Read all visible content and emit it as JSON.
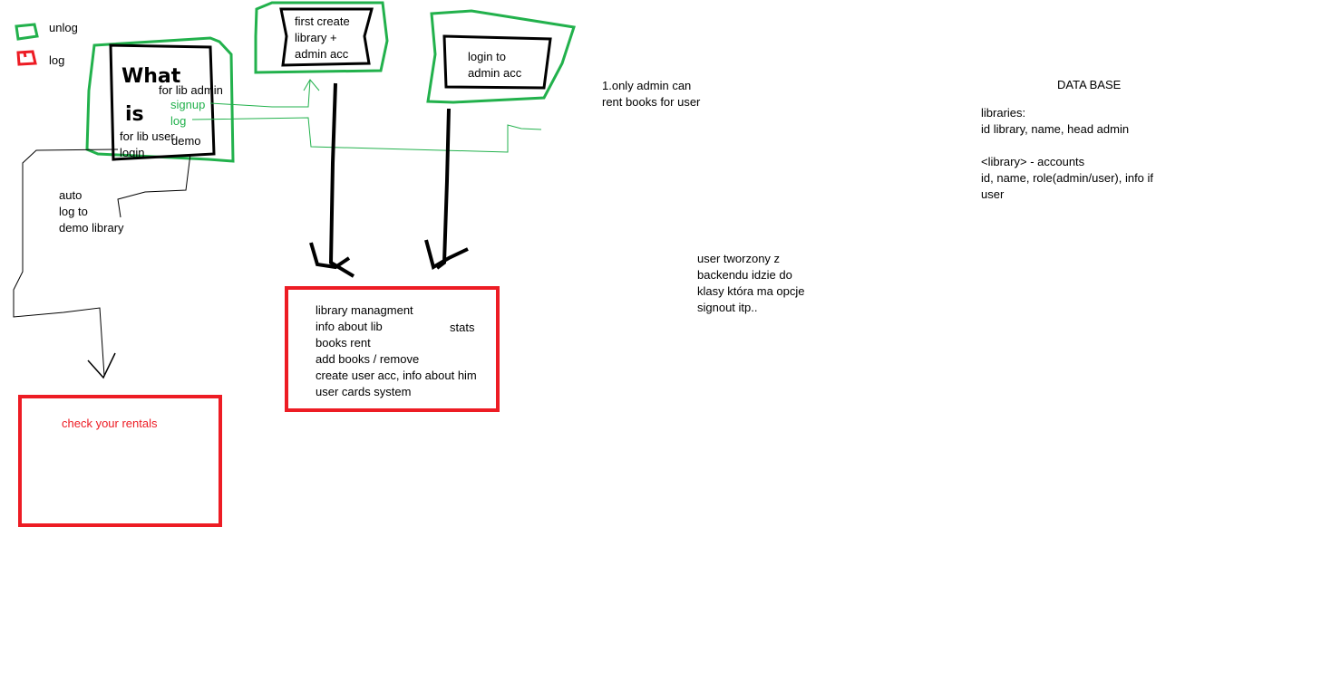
{
  "legend": {
    "unlog": "unlog",
    "log": "log"
  },
  "landing": {
    "title_line1": "What",
    "title_line2": "is",
    "for_lib_admin": "for lib admin",
    "signup": "signup",
    "log": "log",
    "for_lib_user": "for lib user",
    "login": "login",
    "demo": "demo"
  },
  "create_box": {
    "lines": [
      "first create",
      "library +",
      "admin acc"
    ]
  },
  "login_box": {
    "lines": [
      "login to",
      "admin acc"
    ]
  },
  "note_admin": {
    "lines": [
      "1.only admin  can",
      "rent books for user"
    ]
  },
  "database": {
    "title": "DATA BASE",
    "lines": [
      "libraries:",
      "id library, name, head admin",
      "",
      "<library> - accounts",
      "id, name, role(admin/user), info if",
      "user"
    ]
  },
  "demo_note": {
    "lines": [
      "auto",
      "log to",
      "demo library"
    ]
  },
  "management_box": {
    "lines": [
      "library managment",
      "info about lib",
      "books rent",
      "add books / remove",
      "create user acc, info about him",
      "user cards system"
    ],
    "stats": "stats"
  },
  "backend_note": {
    "lines": [
      "user tworzony z",
      "backendu idzie do",
      "klasy która ma opcje",
      "signout itp.."
    ]
  },
  "rentals_box": {
    "label": "check your rentals"
  },
  "colors": {
    "unlogged": "#22b14c",
    "logged": "#ed1c24",
    "ink": "#000000"
  }
}
